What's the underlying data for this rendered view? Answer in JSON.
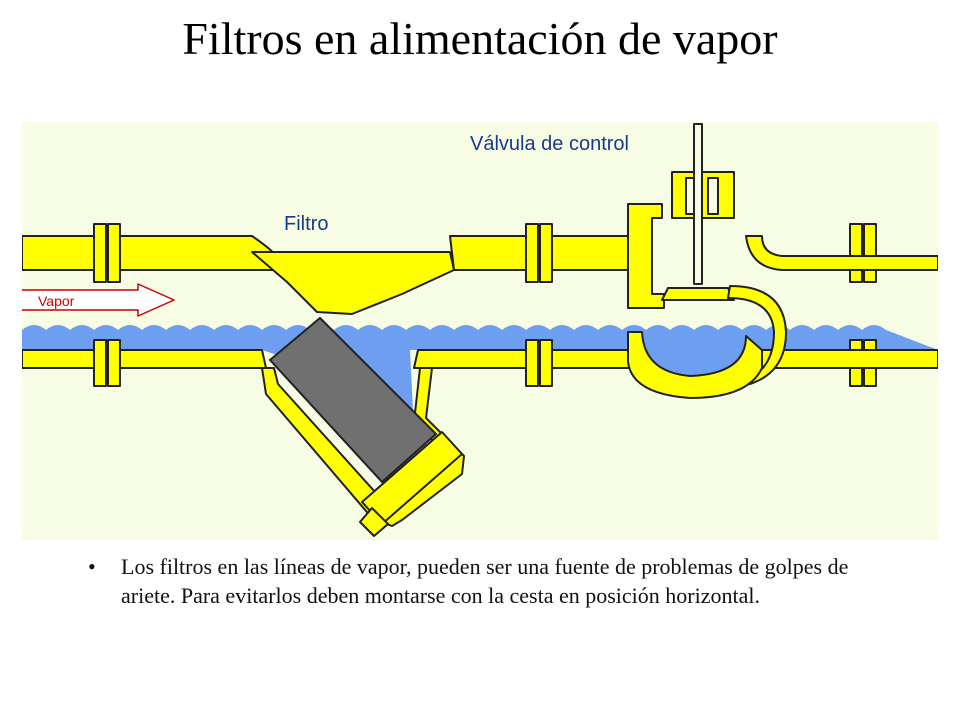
{
  "title": "Filtros en alimentación de vapor",
  "diagram": {
    "labels": {
      "valve": "Válvula de control",
      "filter": "Filtro",
      "flow": "Vapor"
    },
    "colors": {
      "panel": "#f7fce4",
      "body": "#ffff00",
      "outline": "#222222",
      "water": "#6e9ef0",
      "basket": "#707070",
      "label_text": "#1c3a8c",
      "arrow": "#cc0000"
    }
  },
  "bullets": [
    "Los filtros en las líneas de vapor, pueden ser una fuente de problemas de golpes de ariete. Para evitarlos deben montarse con la cesta en posición horizontal."
  ],
  "bullet_symbol": "•"
}
